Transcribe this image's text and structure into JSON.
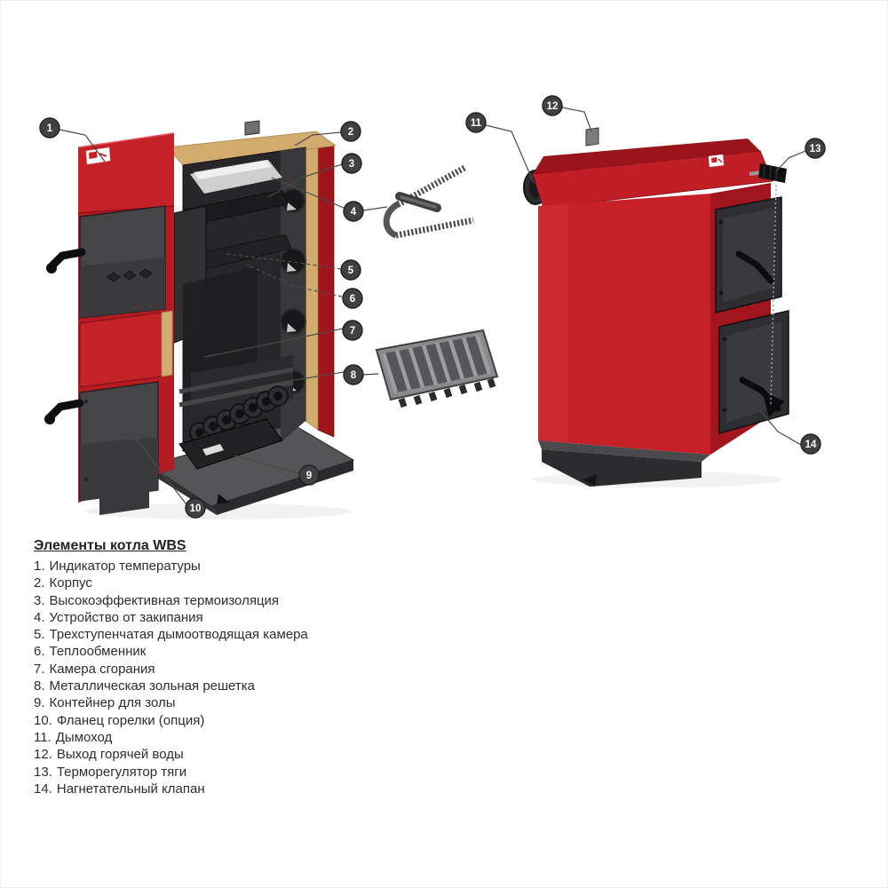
{
  "figure": {
    "type": "boiler-parts-diagram",
    "views": [
      "cutaway-view",
      "exterior-view"
    ]
  },
  "legend": {
    "title": "Элементы котла WBS",
    "items": [
      {
        "num": "1.",
        "label": "Индикатор температуры"
      },
      {
        "num": "2.",
        "label": "Корпус"
      },
      {
        "num": "3.",
        "label": "Высокоэффективная термоизоляция"
      },
      {
        "num": "4.",
        "label": "Устройство от закипания"
      },
      {
        "num": "5.",
        "label": "Трехступенчатая дымоотводящая камера"
      },
      {
        "num": "6.",
        "label": "Теплообменник"
      },
      {
        "num": "7.",
        "label": "Камера сгорания"
      },
      {
        "num": "8.",
        "label": "Металлическая зольная решетка"
      },
      {
        "num": "9.",
        "label": "Контейнер для золы"
      },
      {
        "num": "10.",
        "label": "Фланец горелки (опция)"
      },
      {
        "num": "11.",
        "label": "Дымоход"
      },
      {
        "num": "12.",
        "label": "Выход горячей воды"
      },
      {
        "num": "13.",
        "label": "Терморегулятор тяги"
      },
      {
        "num": "14.",
        "label": "Нагнетательный клапан"
      }
    ]
  },
  "callouts": [
    {
      "label": "1"
    },
    {
      "label": "2"
    },
    {
      "label": "3"
    },
    {
      "label": "4"
    },
    {
      "label": "5"
    },
    {
      "label": "6"
    },
    {
      "label": "7"
    },
    {
      "label": "8"
    },
    {
      "label": "9"
    },
    {
      "label": "10"
    },
    {
      "label": "11"
    },
    {
      "label": "12"
    },
    {
      "label": "13"
    },
    {
      "label": "14"
    }
  ],
  "colors": {
    "body_red": "#c42129",
    "body_red_dark": "#9e151d",
    "cap_red": "#bb1c24",
    "insulation_tan": "#d2ab6e",
    "steel_dark": "#3a3a3c",
    "steel_darker": "#232325",
    "badge_fill": "#414143",
    "badge_text": "#ffffff",
    "leader_line": "#4a4a4a"
  }
}
